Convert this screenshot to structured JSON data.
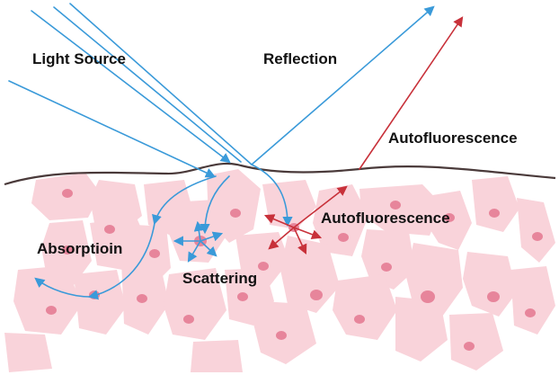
{
  "labels": {
    "light_source": "Light Source",
    "reflection": "Reflection",
    "autofluorescence_outer": "Autofluorescence",
    "autofluorescence_inner": "Autofluorescence",
    "absorption": "Absorptioin",
    "scattering": "Scattering"
  },
  "colors": {
    "light_ray": "#3a9ad9",
    "autofluorescence_ray": "#c8313a",
    "tissue_surface": "#4a3a3a",
    "cell_fill": "#f9d3da",
    "nucleus_fill": "#e7859b",
    "text": "#111111"
  }
}
